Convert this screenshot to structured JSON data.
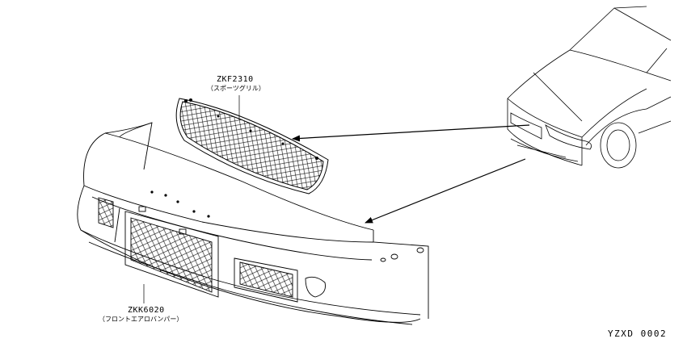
{
  "parts": [
    {
      "code": "ZKF2310",
      "name": "（スポーツグリル）"
    },
    {
      "code": "ZKK6020",
      "name": "（フロントエアロバンパー）"
    }
  ],
  "figure_id": "YZXD 0002"
}
